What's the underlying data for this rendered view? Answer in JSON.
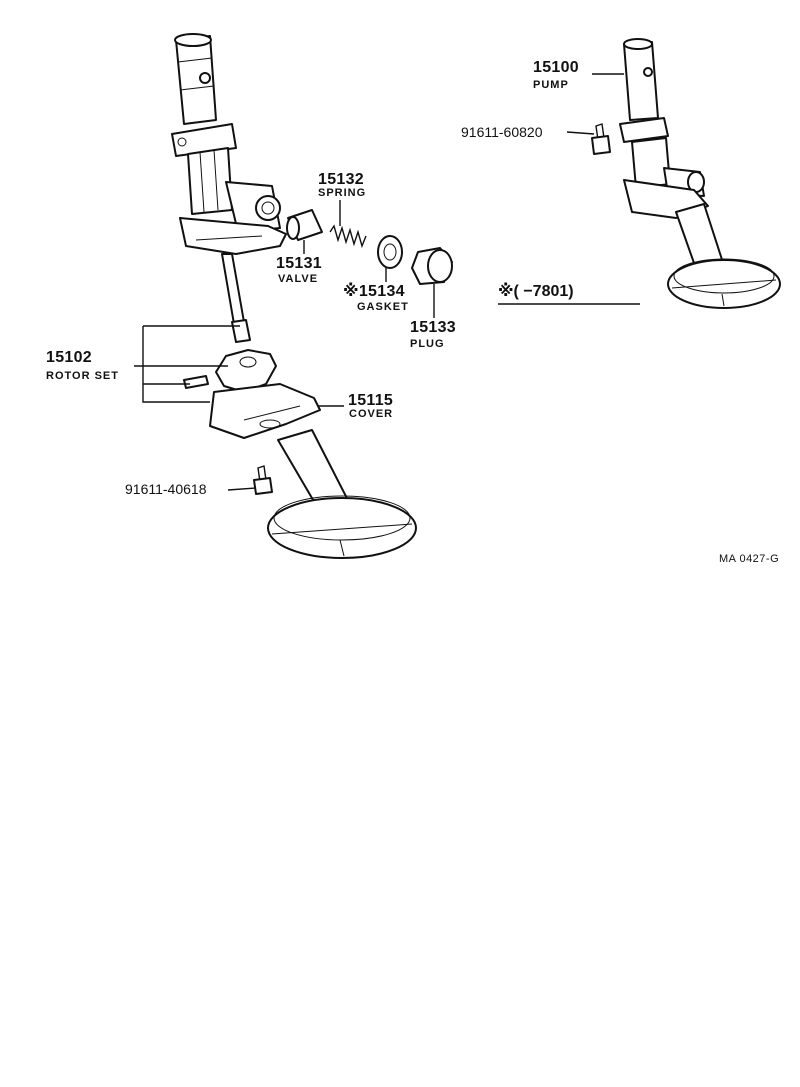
{
  "parts": {
    "p15100": {
      "number": "15100",
      "name": "PUMP"
    },
    "p15132": {
      "number": "15132",
      "name": "SPRING"
    },
    "p15131": {
      "number": "15131",
      "name": "VALVE"
    },
    "p15134": {
      "number": "※15134",
      "name": "GASKET"
    },
    "p15133": {
      "number": "15133",
      "name": "PLUG"
    },
    "p15102": {
      "number": "15102",
      "name": "ROTOR SET"
    },
    "p15115": {
      "number": "15115",
      "name": "COVER"
    },
    "bolt_a": {
      "number": "91611-60820"
    },
    "bolt_b": {
      "number": "91611-40618"
    }
  },
  "applicability_note": "※(      −7801)",
  "figure_ref": "MA 0427-G"
}
